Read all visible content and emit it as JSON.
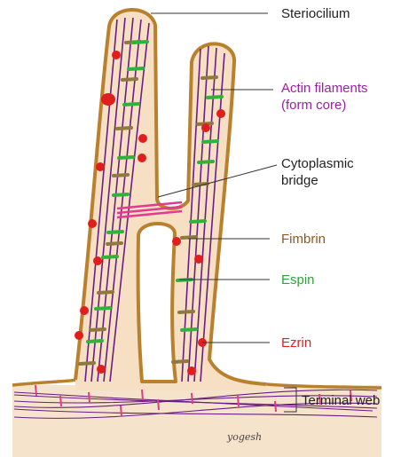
{
  "labels": {
    "stereocilium": "Steriocilium",
    "actin_line1": "Actin filaments",
    "actin_line2": "(form core)",
    "bridge_line1": "Cytoplasmic",
    "bridge_line2": "bridge",
    "fimbrin": "Fimbrin",
    "espin": "Espin",
    "ezrin": "Ezrin",
    "terminal_web": "Terminal web"
  },
  "signature": "yogesh",
  "colors": {
    "membrane": "#b9812e",
    "cytoplasm": "#f6dfc3",
    "actin": "#6a1d86",
    "fimbrin": "#8e7a3c",
    "espin": "#2fb33b",
    "ezrin": "#e11e1e",
    "bridge": "#e33a8f",
    "web_fiber": "#e03c8c",
    "label_stereocilium": "#222222",
    "label_actin": "#9a1fa5",
    "label_bridge": "#222222",
    "label_fimbrin": "#8a5a26",
    "label_espin": "#2ea33b",
    "label_ezrin": "#e02222",
    "label_terminal_web": "#222222"
  }
}
